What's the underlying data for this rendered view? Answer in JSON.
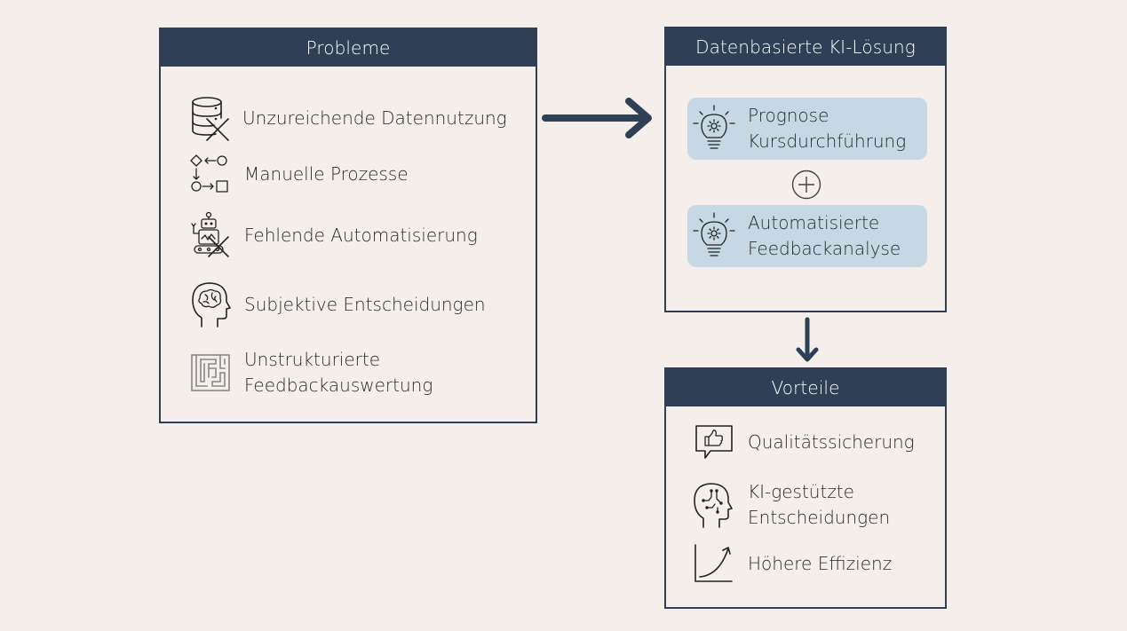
{
  "problems": {
    "title": "Probleme",
    "items": [
      {
        "label": "Unzureichende Datennutzung",
        "icon": "database-crossed-icon"
      },
      {
        "label": "Manuelle Prozesse",
        "icon": "process-flow-icon"
      },
      {
        "label": "Fehlende Automatisierung",
        "icon": "robot-crossed-icon"
      },
      {
        "label": "Subjektive Entscheidungen",
        "icon": "brain-head-icon"
      },
      {
        "label_line1": "Unstrukturierte",
        "label_line2": "Feedbackauswertung",
        "icon": "maze-icon"
      }
    ]
  },
  "solution": {
    "title": "Datenbasierte KI-Lösung",
    "items": [
      {
        "label_line1": "Prognose",
        "label_line2": "Kursdurchführung",
        "icon": "lightbulb-gear-icon"
      },
      {
        "label_line1": "Automatisierte",
        "label_line2": "Feedbackanalyse",
        "icon": "lightbulb-gear-icon"
      }
    ],
    "combine_symbol": "+"
  },
  "benefits": {
    "title": "Vorteile",
    "items": [
      {
        "label": "Qualitätssicherung",
        "icon": "thumbs-up-bubble-icon"
      },
      {
        "label_line1": "KI-gestützte",
        "label_line2": "Entscheidungen",
        "icon": "ai-head-icon"
      },
      {
        "label": "Höhere Effizienz",
        "icon": "growth-curve-icon"
      }
    ]
  },
  "colors": {
    "background": "#f4efeb",
    "header": "#2e3f56",
    "solution_card": "#c5d8e3",
    "arrow": "#2e3f56"
  }
}
